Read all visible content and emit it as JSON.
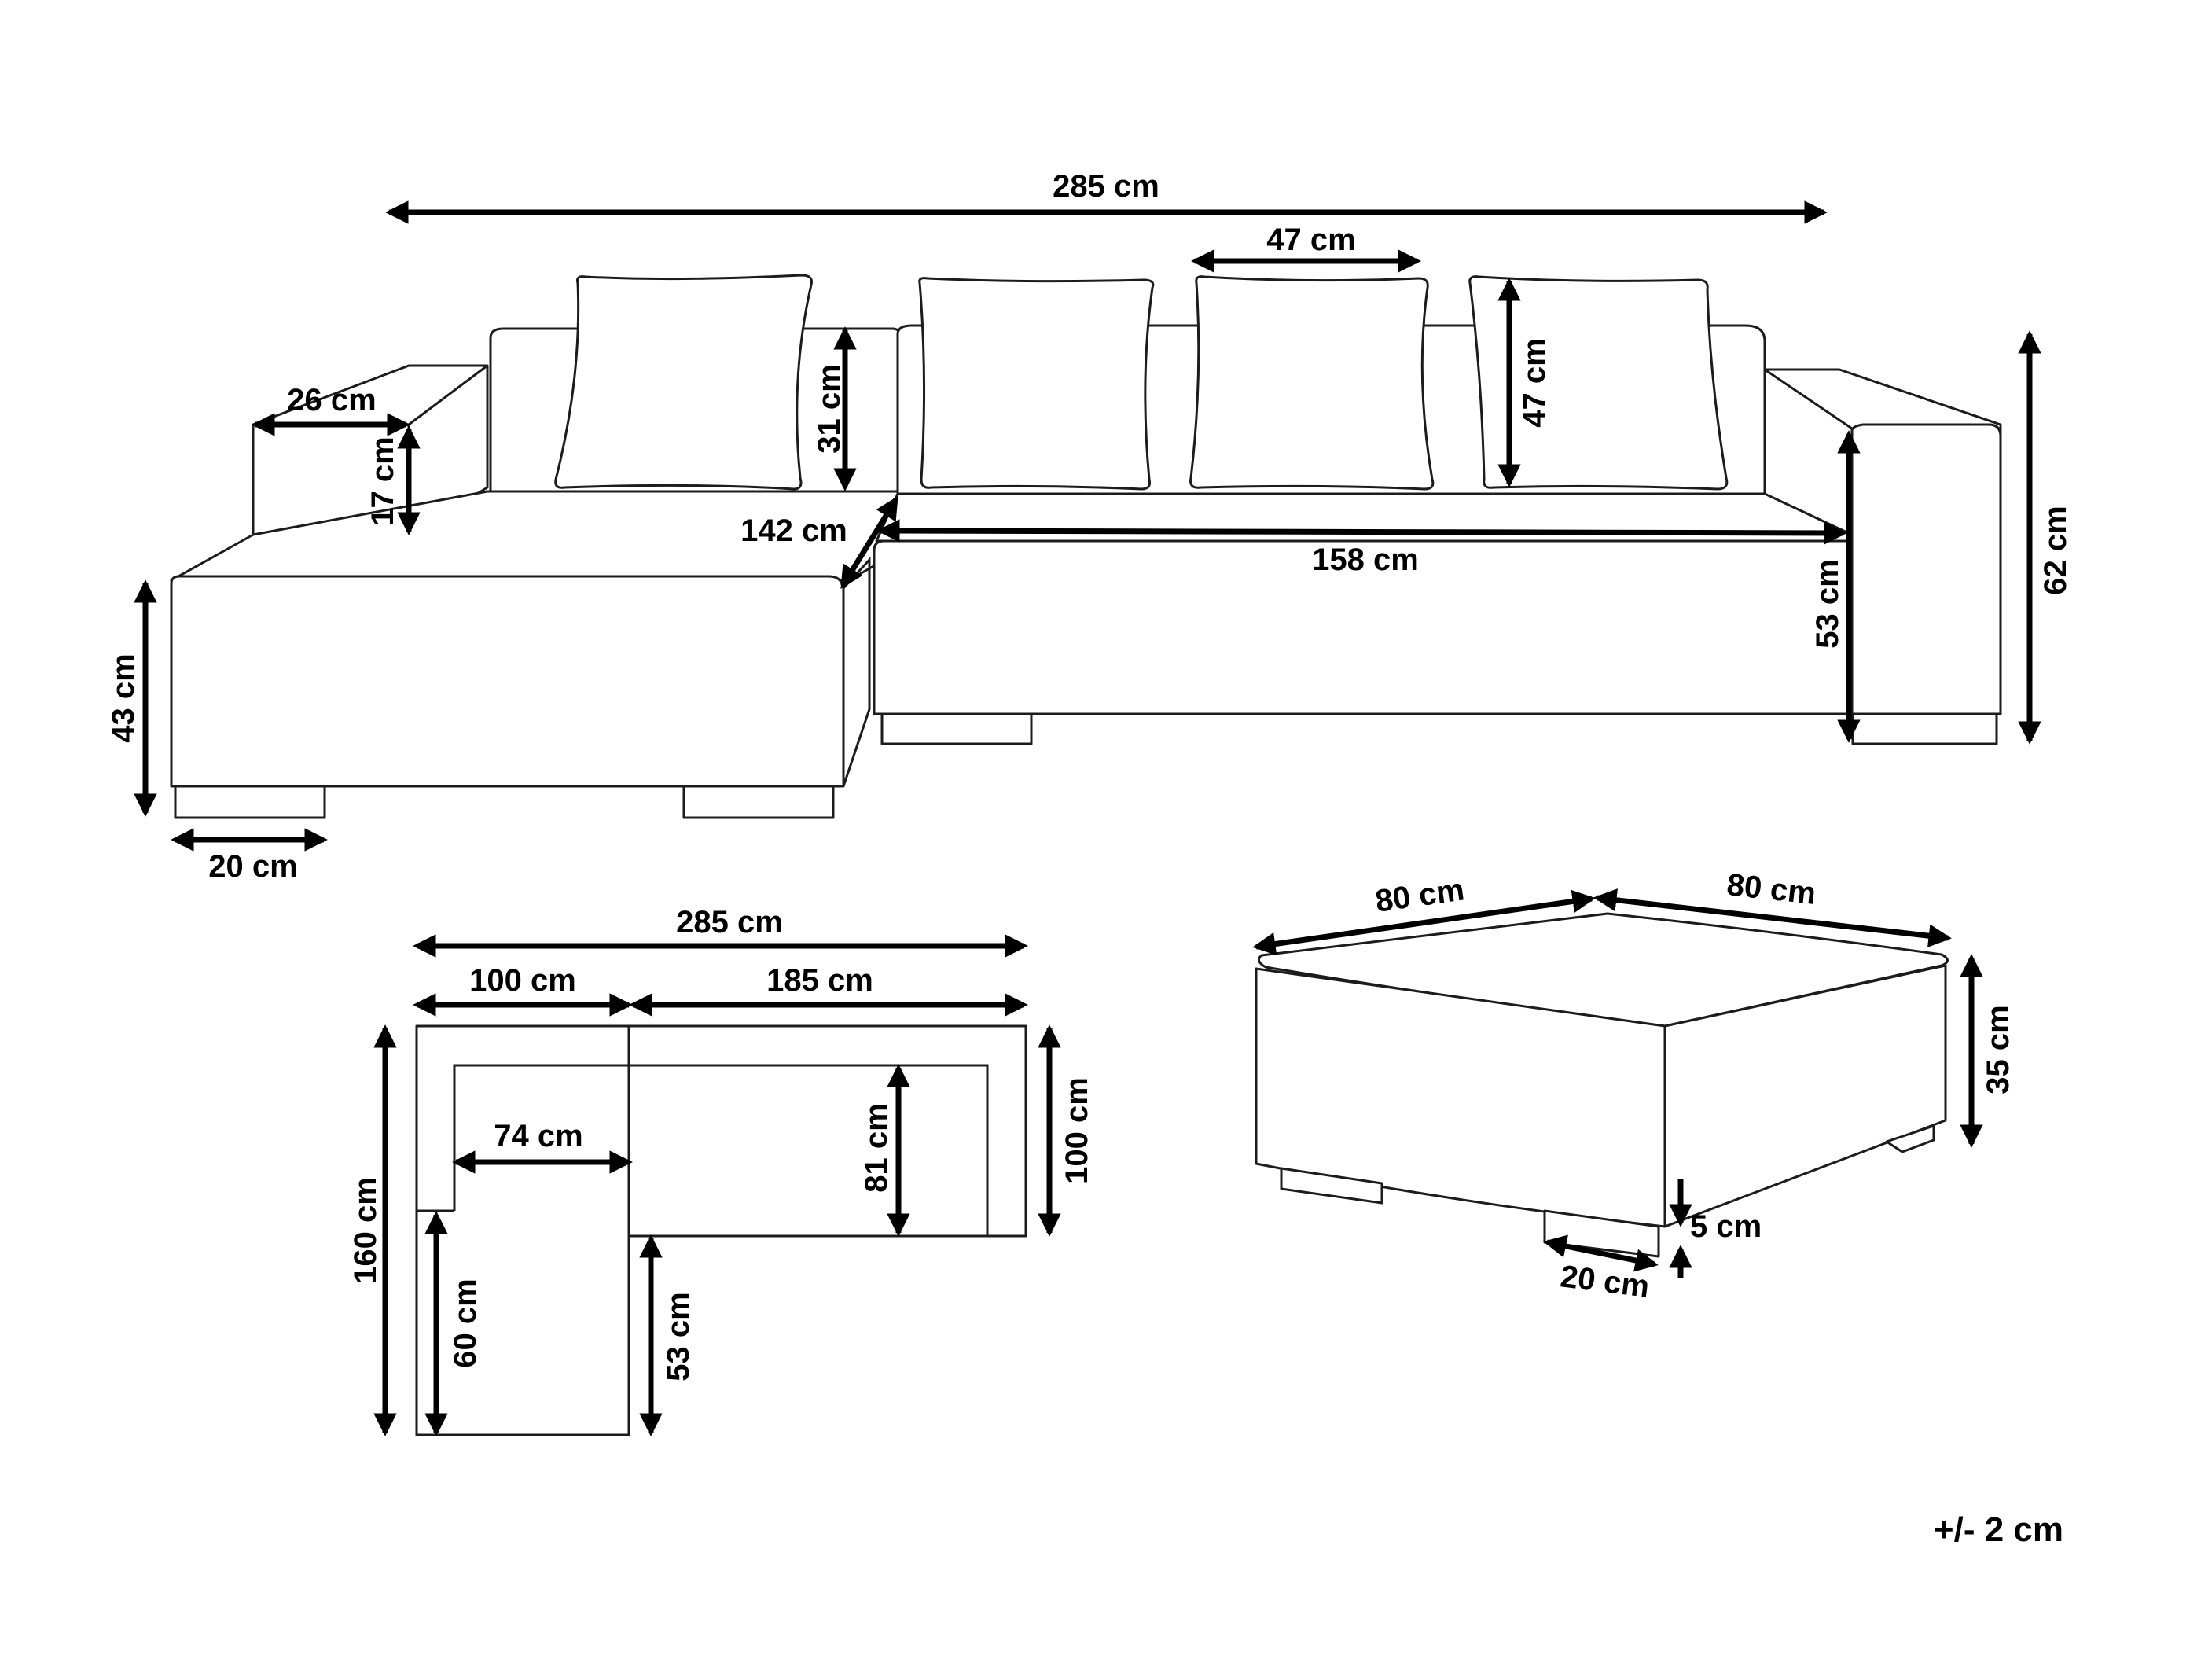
{
  "front_view": {
    "overall_width": "285 cm",
    "pillow_width": "47 cm",
    "pillow_height": "47 cm",
    "backrest_height": "31 cm",
    "armrest_width": "26 cm",
    "armrest_height": "17 cm",
    "chaise_depth": "142 cm",
    "seat_width": "158 cm",
    "seat_height": "43 cm",
    "arm_height": "53 cm",
    "total_height": "62 cm",
    "leg_width": "20 cm"
  },
  "top_view": {
    "overall_width": "285 cm",
    "chaise_width": "100 cm",
    "sofa_width": "185 cm",
    "inner_width": "74 cm",
    "seat_depth": "81 cm",
    "sofa_depth": "100 cm",
    "total_depth": "160 cm",
    "chaise_seat_depth": "60 cm",
    "chaise_projection": "53 cm"
  },
  "ottoman": {
    "width": "80 cm",
    "depth": "80 cm",
    "height": "35 cm",
    "leg_height": "5 cm",
    "leg_width": "20 cm"
  },
  "tolerance": "+/- 2 cm"
}
